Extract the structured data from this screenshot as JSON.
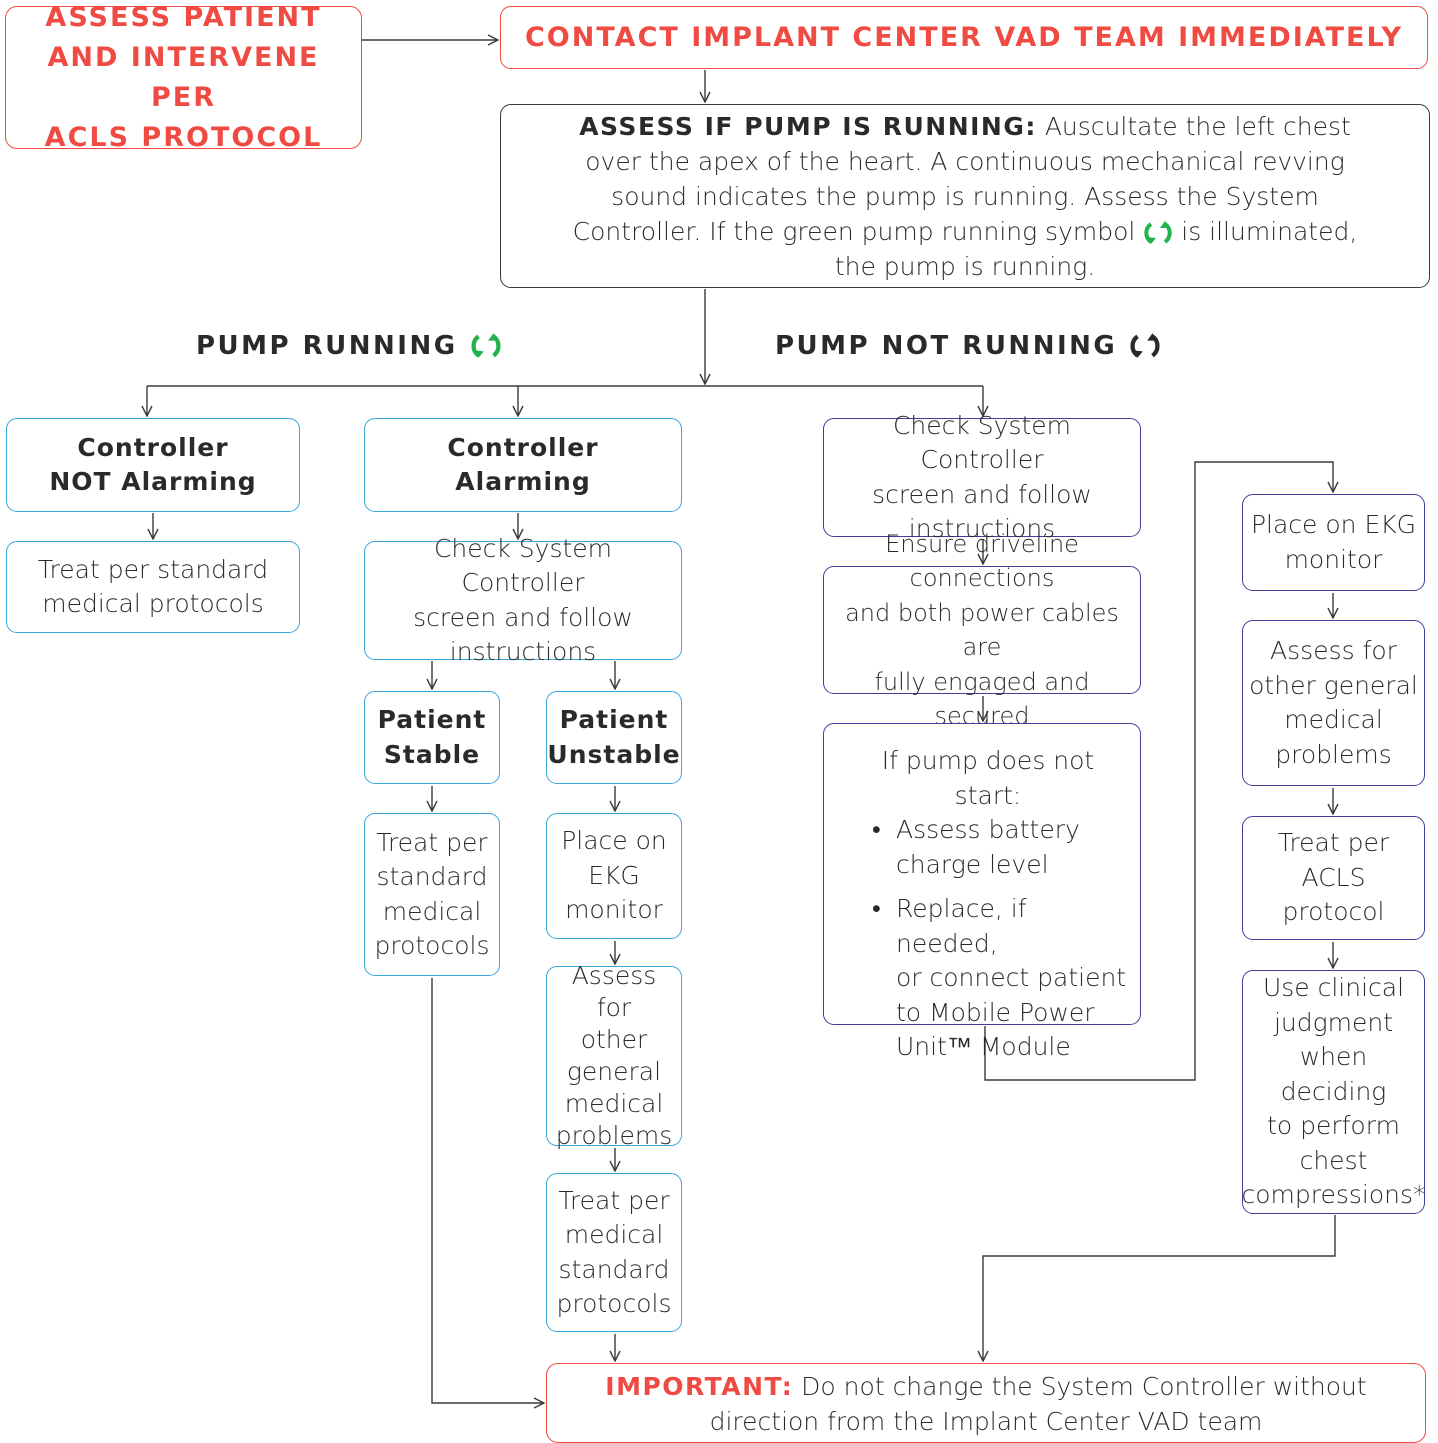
{
  "top": {
    "acls_box": [
      "ASSESS PATIENT",
      "AND INTERVENE PER",
      "ACLS PROTOCOL"
    ],
    "contact_box": "CONTACT IMPLANT CENTER VAD TEAM IMMEDIATELY",
    "assess_heading": "ASSESS IF PUMP IS RUNNING:",
    "assess_text_1": " Auscultate the left chest over the apex of the heart. A continuous mechanical revving sound indicates the pump is running. Assess the System Controller. If the green pump running symbol ",
    "assess_text_2": " is illuminated, the pump is running."
  },
  "labels": {
    "pump_running": "PUMP RUNNING",
    "pump_not_running": "PUMP NOT RUNNING"
  },
  "col1": {
    "header": [
      "Controller",
      "NOT Alarming"
    ],
    "treat": [
      "Treat per standard",
      "medical protocols"
    ]
  },
  "col2": {
    "header": [
      "Controller",
      "Alarming"
    ],
    "check": [
      "Check System Controller",
      "screen and follow",
      "instructions"
    ],
    "stable": [
      "Patient",
      "Stable"
    ],
    "unstable": [
      "Patient",
      "Unstable"
    ],
    "stable_treat": [
      "Treat per",
      "standard",
      "medical",
      "protocols"
    ],
    "ekg": [
      "Place on",
      "EKG",
      "monitor"
    ],
    "assess": [
      "Assess for",
      "other",
      "general",
      "medical",
      "problems"
    ],
    "treat": [
      "Treat per",
      "medical",
      "standard",
      "protocols"
    ]
  },
  "col3": {
    "check": [
      "Check System Controller",
      "screen and follow",
      "instructions"
    ],
    "ensure": [
      "Ensure driveline connections",
      "and both power cables are",
      "fully engaged and secured"
    ],
    "ifpump_title": "If pump does not start:",
    "bullets": [
      [
        "Assess battery",
        "charge level"
      ],
      [
        "Replace, if needed,",
        "or connect patient",
        "to Mobile Power",
        "Unit™ Module"
      ]
    ]
  },
  "col4": {
    "ekg": [
      "Place on EKG",
      "monitor"
    ],
    "assess": [
      "Assess for",
      "other general",
      "medical",
      "problems"
    ],
    "treat": [
      "Treat per",
      "ACLS",
      "protocol"
    ],
    "judgment": [
      "Use clinical",
      "judgment",
      "when deciding",
      "to perform",
      "chest",
      "compressions*"
    ]
  },
  "important": {
    "label": "IMPORTANT:",
    "text_1": " Do not change the System Controller without",
    "text_2": "direction from the Implant Center VAD team"
  },
  "colors": {
    "red": "#ef4b43",
    "blue": "#3ba6dc",
    "purple": "#4a3a9c",
    "green_symbol": "#22b34c",
    "dark_symbol": "#2a2a2a",
    "line": "#3a3a3a"
  },
  "icons": {
    "running": "pump-running-icon",
    "not_running": "pump-not-running-icon"
  }
}
